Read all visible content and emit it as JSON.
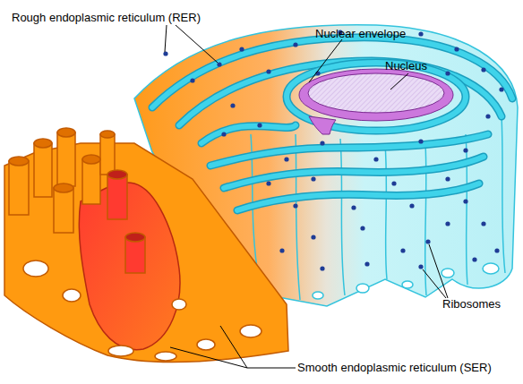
{
  "diagram": {
    "labels": [
      "Rough endoplasmic reticulum (RER)",
      "Nuclear envelope",
      "Nucleus",
      "Ribosomes",
      "Smooth endoplasmic reticulum (SER)"
    ]
  }
}
